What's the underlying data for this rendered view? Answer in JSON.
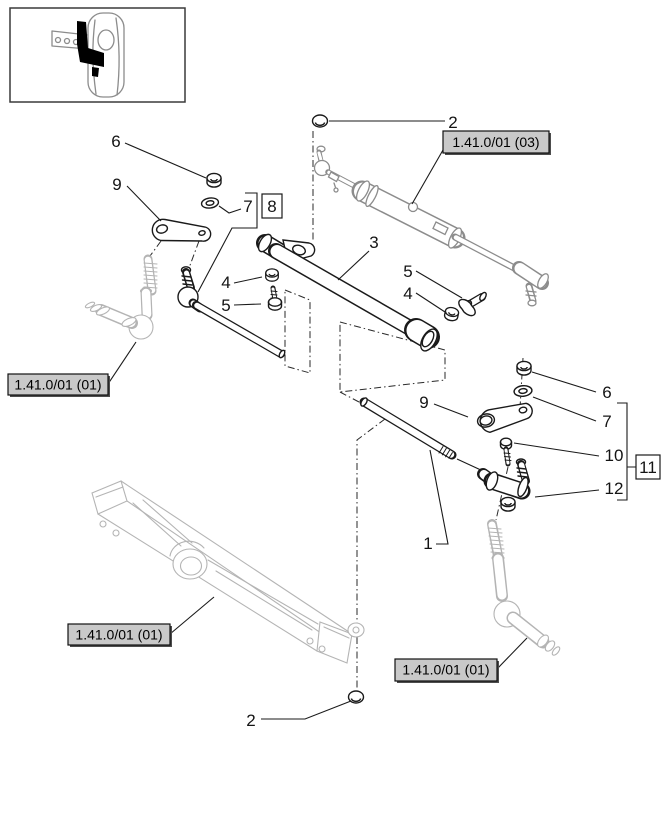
{
  "callouts": {
    "c2_top": "2",
    "c6_left": "6",
    "c9_left": "9",
    "c7_left": "7",
    "c8_boxed": "8",
    "c3": "3",
    "c4_left": "4",
    "c5_left": "5",
    "c5_right": "5",
    "c4_right": "4",
    "c6_right": "6",
    "c7_right": "7",
    "c9_right": "9",
    "c10": "10",
    "c11_boxed": "11",
    "c12": "12",
    "c1": "1",
    "c2_bottom": "2"
  },
  "ref_labels": {
    "top_right": "1.41.0/01 (03)",
    "left": "1.41.0/01 (01)",
    "bottom_left": "1.41.0/01 (01)",
    "bottom_right": "1.41.0/01 (01)"
  },
  "colors": {
    "label_bg": "#c9c9c9",
    "label_shadow": "#4d4d4d",
    "line_dark": "#1a1a1a",
    "line_medium": "#8c8c8c",
    "line_light": "#b4b4b4",
    "background": "#ffffff"
  }
}
